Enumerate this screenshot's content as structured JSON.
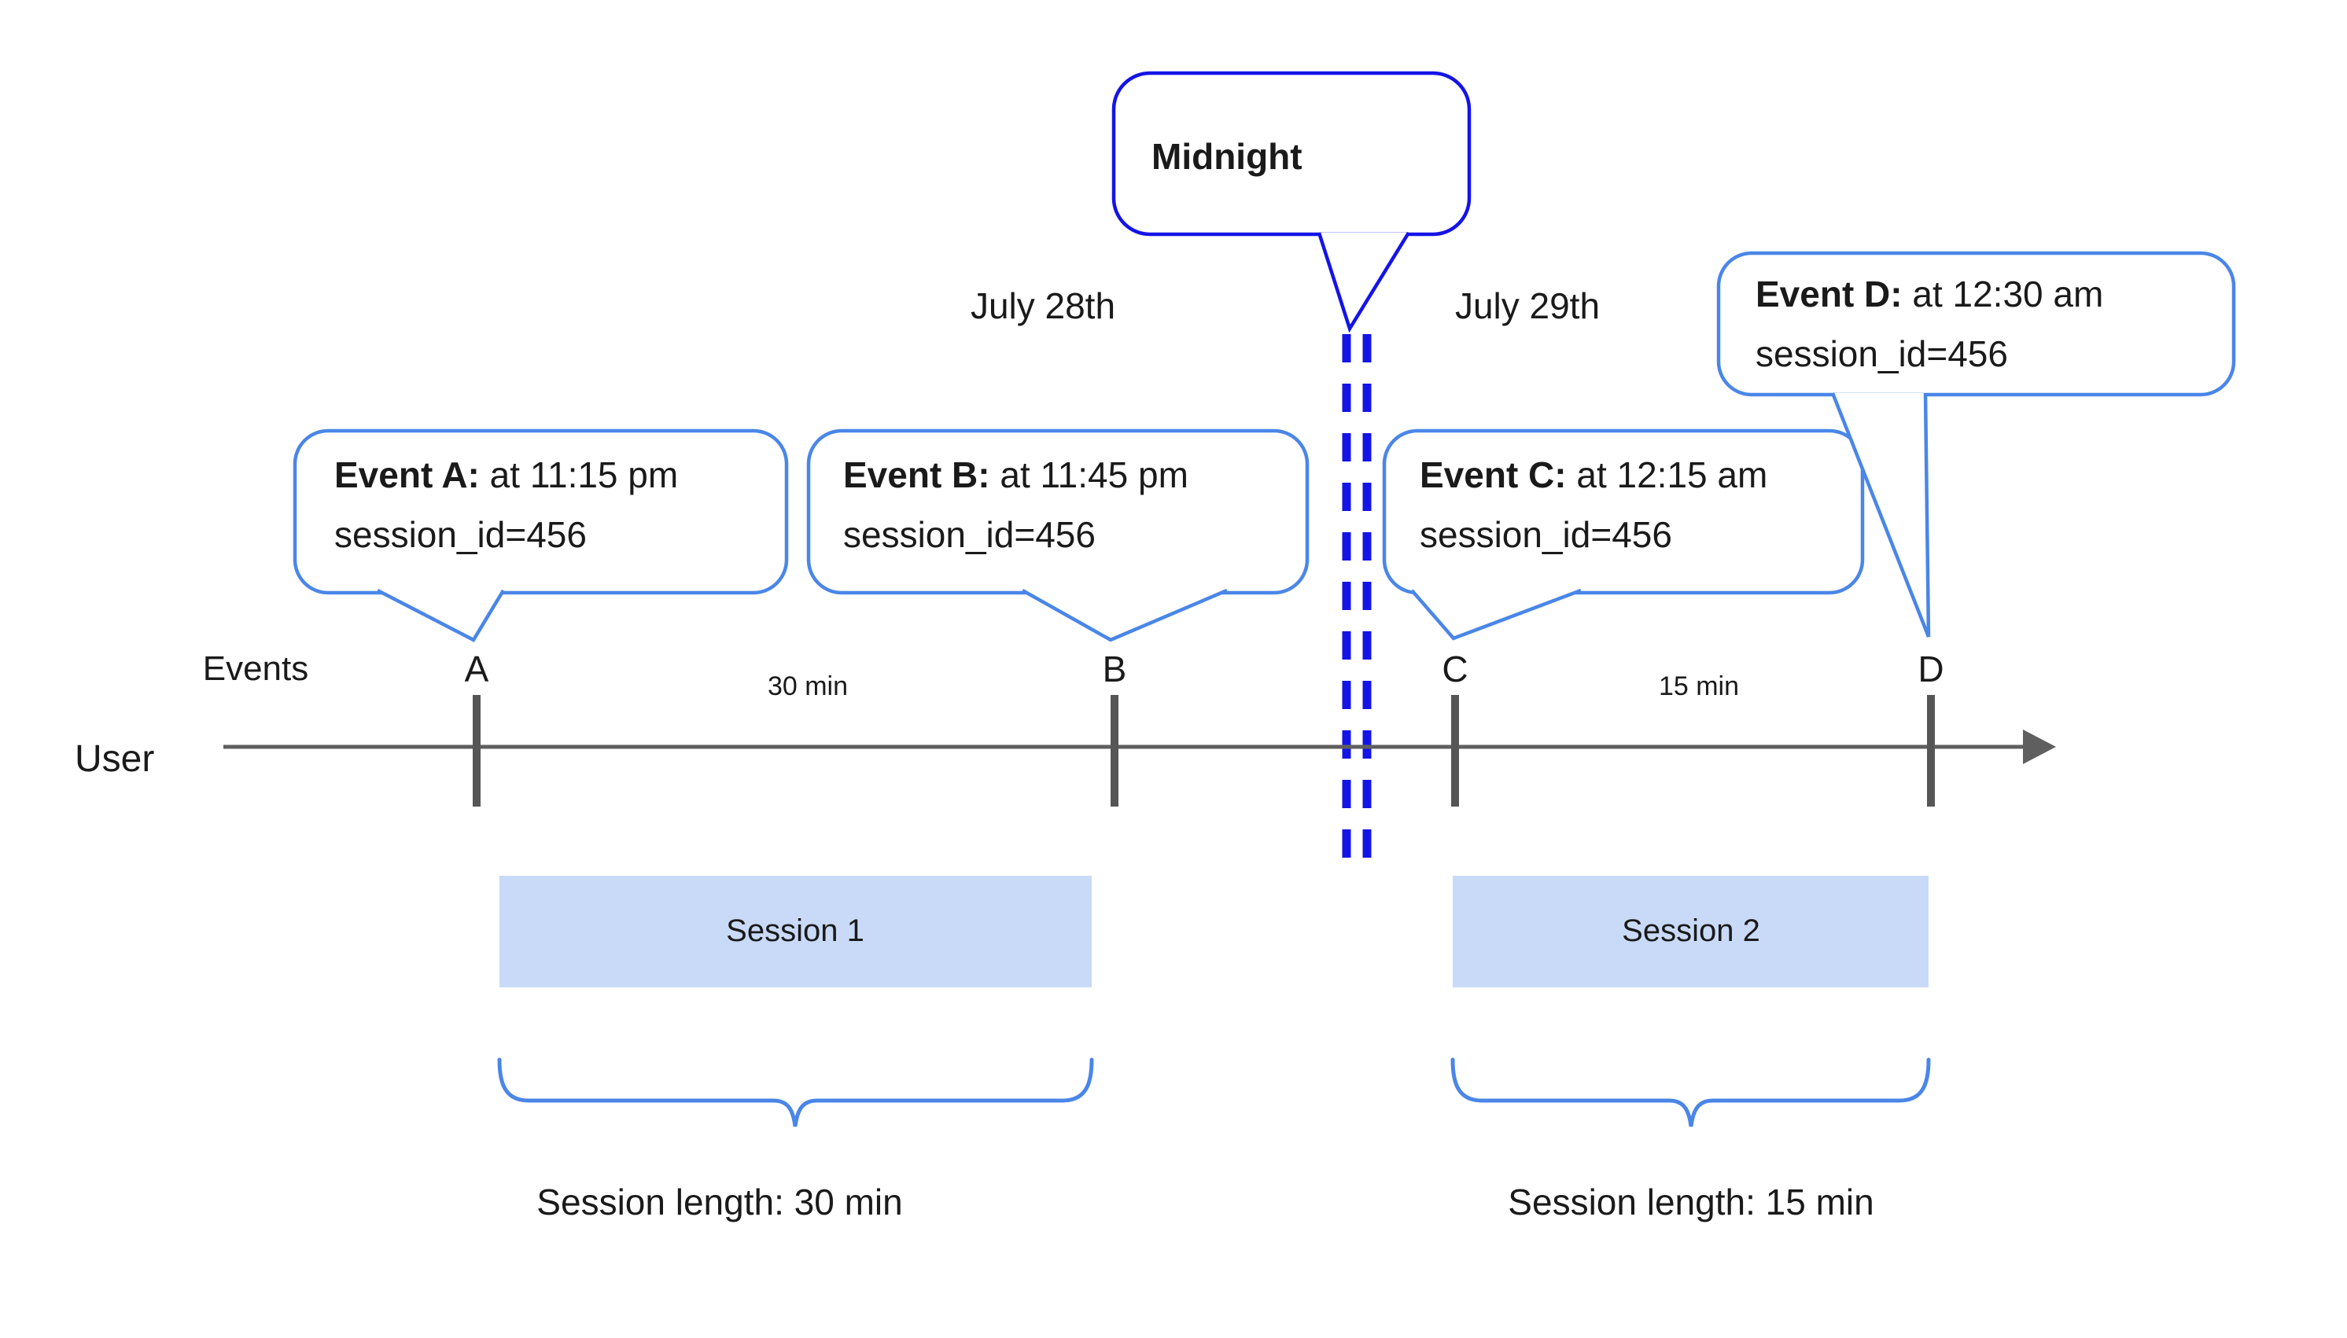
{
  "colors": {
    "midnight_blue": "#1414e6",
    "bubble_blue": "#4a86e8",
    "session_fill": "#c9daf8",
    "axis_gray": "#5f5f5f",
    "text": "#1a1a1a"
  },
  "dates": {
    "left": "July 28th",
    "right": "July 29th"
  },
  "midnight": {
    "label": "Midnight"
  },
  "events": [
    {
      "label": "Event A:",
      "time": " at 11:15 pm",
      "session": "session_id=456"
    },
    {
      "label": "Event B:",
      "time": " at 11:45 pm",
      "session": "session_id=456"
    },
    {
      "label": "Event C:",
      "time": " at 12:15 am",
      "session": "session_id=456"
    },
    {
      "label": "Event D:",
      "time": " at 12:30 am",
      "session": "session_id=456"
    }
  ],
  "axis": {
    "events_label": "Events",
    "user_label": "User",
    "ticks": [
      "A",
      "B",
      "C",
      "D"
    ],
    "interval_left": "30 min",
    "interval_right": "15 min"
  },
  "sessions": [
    {
      "label": "Session 1",
      "length_label": "Session length: 30 min"
    },
    {
      "label": "Session 2",
      "length_label": "Session length: 15 min"
    }
  ]
}
